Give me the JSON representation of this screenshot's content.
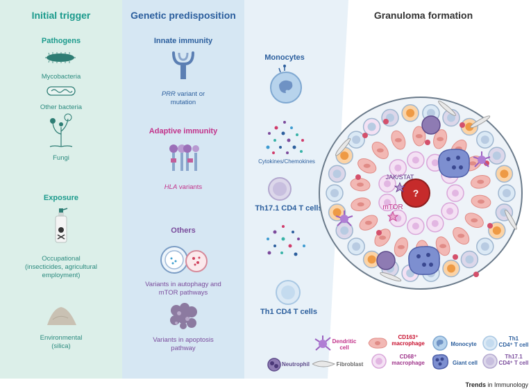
{
  "col1": {
    "title": "Initial trigger",
    "pathogens": "Pathogens",
    "mycobacteria": "Mycobacteria",
    "other_bacteria": "Other bacteria",
    "fungi": "Fungi",
    "exposure": "Exposure",
    "occupational": [
      "Occupational",
      "(insecticides, agricultural",
      "employment)"
    ],
    "environmental": [
      "Environmental",
      "(silica)"
    ]
  },
  "col2": {
    "title": "Genetic predisposition",
    "innate": "Innate immunity",
    "prr_italic": "PRR",
    "prr_rest": " variant or",
    "prr_line2": "mutation",
    "adaptive": "Adaptive immunity",
    "hla_italic": "HLA",
    "hla_rest": " variants",
    "others": "Others",
    "autophagy": [
      "Variants in autophagy and",
      "mTOR pathways"
    ],
    "apoptosis": [
      "Variants in apoptosis",
      "pathway"
    ]
  },
  "col3": {
    "title": "Granuloma formation",
    "monocytes": "Monocytes",
    "cytokines": "Cytokines/Chemokines",
    "th171": "Th17.1 CD4 T cells",
    "th1": "Th1 CD4 T cells",
    "jakstat": "JAK/STAT",
    "mtor": "mTOR",
    "question": "?"
  },
  "legend": {
    "dendritic": [
      "Dendritic",
      "cell"
    ],
    "cd163": [
      "CD163⁺",
      "macrophage"
    ],
    "monocyte": "Monocyte",
    "th1": [
      "Th1",
      "CD4⁺ T cell"
    ],
    "neutrophil": "Neutrophil",
    "fibroblast": "Fibroblast",
    "cd68": [
      "CD68⁺",
      "macrophage"
    ],
    "giant": "Giant cell",
    "th171": [
      "Th17.1",
      "CD4⁺ T cell"
    ]
  },
  "footer": {
    "brand": "Trends",
    "journal": "in Immunology"
  },
  "colors": {
    "teal": "#1b9a8c",
    "blue": "#2b5e9d",
    "pink": "#c2328a",
    "purple": "#7a4c9c",
    "panel1": "#dcefe9",
    "panel2": "#d6e7f3"
  }
}
